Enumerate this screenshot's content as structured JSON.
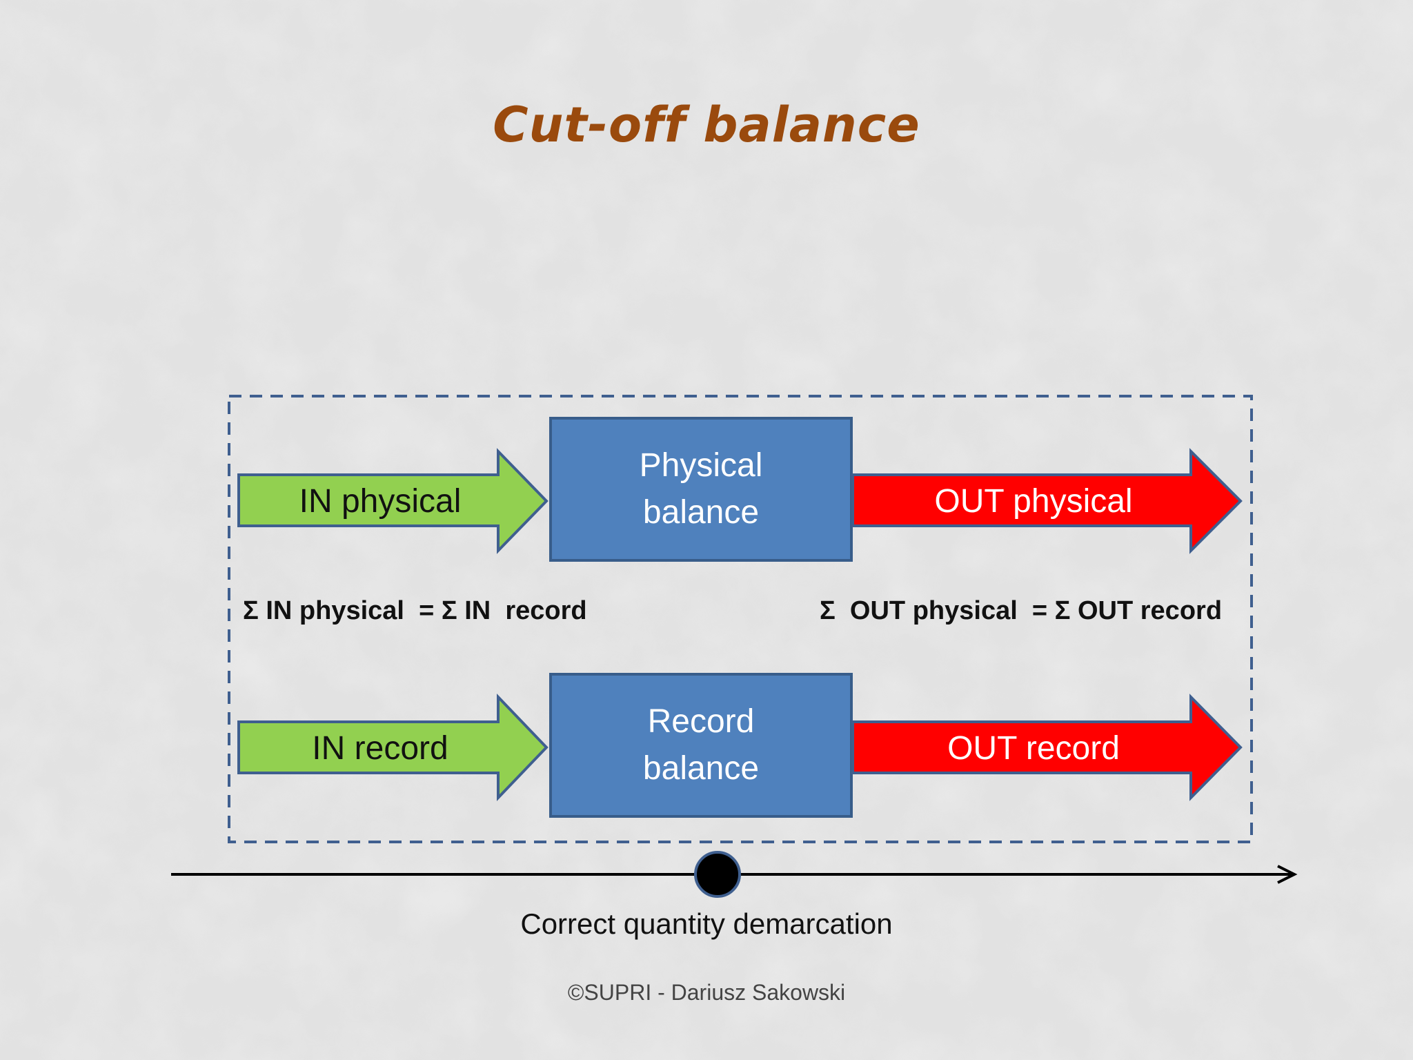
{
  "slide": {
    "title": "Cut-off balance",
    "copyright": "©SUPRI - Dariusz Sakowski"
  },
  "diagram": {
    "in_physical": "IN physical",
    "physical_balance": "Physical balance",
    "out_physical": "OUT physical",
    "in_record": "IN record",
    "record_balance": "Record balance",
    "out_record": "OUT record",
    "eq_in": "Σ IN physical  = Σ IN  record",
    "eq_out": "Σ  OUT physical  = Σ OUT record",
    "caption": "Correct quantity demarcation"
  },
  "colors": {
    "title": "#9a4a0d",
    "in_arrow": "#92d050",
    "out_arrow": "#ff0000",
    "box_fill": "#4f81bd",
    "box_border": "#385d8a",
    "dashed_border": "#3f5f8f"
  }
}
